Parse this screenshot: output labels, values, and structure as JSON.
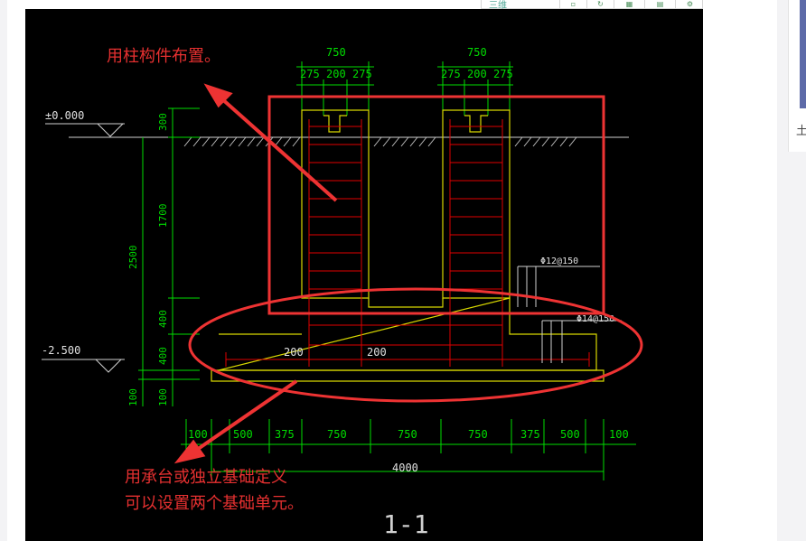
{
  "toolbar": {
    "view_label": "三维",
    "icons": [
      "view-3d-icon",
      "copy-icon",
      "refresh-icon",
      "grid-icon",
      "layers-icon",
      "settings-icon"
    ]
  },
  "annotations": {
    "top_note": "用柱构件布置。",
    "bottom_note_line1": "用承台或独立基础定义",
    "bottom_note_line2": "可以设置两个基础单元。"
  },
  "drawing": {
    "section_title": "1-1",
    "elev_top": "±0.000",
    "elev_bottom": "-2.500",
    "top_dims": [
      "750",
      "275",
      "200",
      "275"
    ],
    "left_dims": [
      "300",
      "1700",
      "400",
      "400",
      "100",
      "2500",
      "100"
    ],
    "rebar_labels": [
      "Φ12@150",
      "Φ14@150"
    ],
    "inner_dims": [
      "200",
      "200"
    ],
    "bottom_dims": [
      "100",
      "500",
      "375",
      "750",
      "750",
      "750",
      "375",
      "500",
      "100"
    ],
    "total_width": "4000"
  },
  "right_panel": {
    "char": "土"
  },
  "colors": {
    "cad_bg": "#000000",
    "dim_green": "#00dd00",
    "yellow": "#d8d800",
    "rebar_red": "#e00000",
    "annotation_red": "#e53030",
    "white_line": "#d0d0d0"
  }
}
